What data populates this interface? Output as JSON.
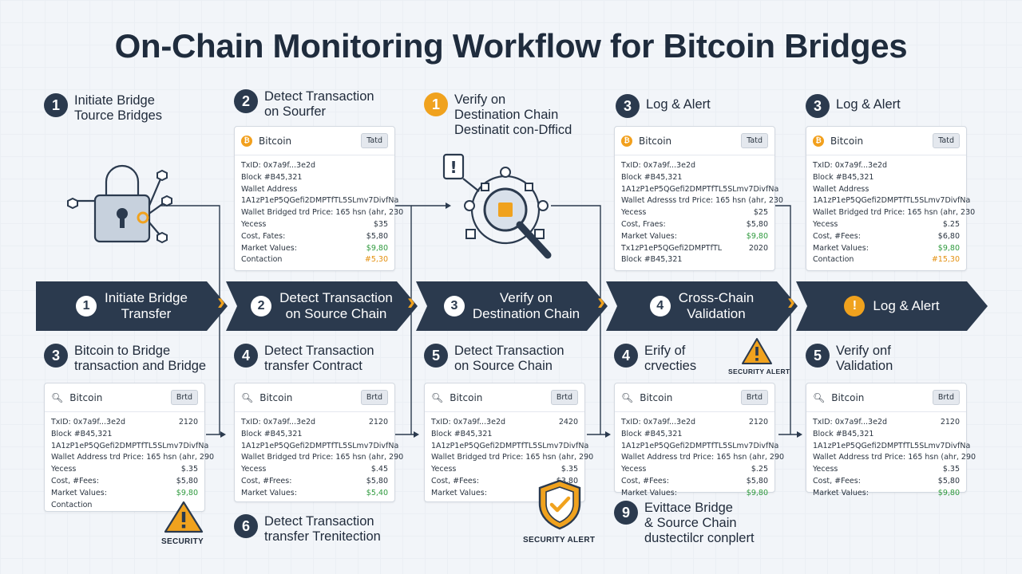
{
  "title": "On-Chain Monitoring Workflow for Bitcoin Bridges",
  "top_steps": [
    {
      "num": "1",
      "l1": "Initiate Bridge",
      "l2": "Tource Bridges",
      "orange": false
    },
    {
      "num": "2",
      "l1": "Detect Transaction",
      "l2": "on Sourfer",
      "orange": false
    },
    {
      "num": "1",
      "l1": "Verify on",
      "l2": "Destination Chain",
      "l3": "Destinatit con-Dfficd",
      "orange": true
    },
    {
      "num": "3",
      "l1": "Log & Alert",
      "l2": "",
      "orange": false
    },
    {
      "num": "3",
      "l1": "Log & Alert",
      "l2": "",
      "orange": false
    }
  ],
  "flow": [
    {
      "num": "1",
      "line1": "Initiate Bridge",
      "line2": "Transfer",
      "orange": false
    },
    {
      "num": "2",
      "line1": "Detect Transaction",
      "line2": "on Source Chain",
      "orange": false
    },
    {
      "num": "3",
      "line1": "Verify on",
      "line2": "Destination Chain",
      "orange": false
    },
    {
      "num": "4",
      "line1": "Cross-Chain",
      "line2": "Validation",
      "orange": false
    },
    {
      "num": "!",
      "line1": "Log & Alert",
      "line2": "",
      "orange": true
    }
  ],
  "bottom_steps": [
    {
      "num": "3",
      "l1": "Bitcoin to Bridge",
      "l2": "transaction and Bridge"
    },
    {
      "num": "4",
      "l1": "Detect Transaction",
      "l2": "transfer Contract"
    },
    {
      "num": "5",
      "l1": "Detect Transaction",
      "l2": "on Source Chain"
    },
    {
      "num": "4",
      "l1": "Erify of",
      "l2": "crvecties"
    },
    {
      "num": "5",
      "l1": "Verify onf",
      "l2": "Validation"
    }
  ],
  "extra_steps": [
    {
      "num": "6",
      "l1": "Detect Transaction",
      "l2": "transfer Trenitection",
      "l3": ""
    },
    {
      "num": "9",
      "l1": "Evittace Bridge",
      "l2": "& Source Chain",
      "l3": "dustectilcr conplert"
    }
  ],
  "top_cards": [
    {
      "chain": "Bitcoin",
      "badge": "Tatd",
      "rows": [
        {
          "left": "TxID: 0x7a9f...3e2d",
          "right": ""
        },
        {
          "left": "Block #B45,321",
          "right": ""
        },
        {
          "left": "Wallet Address",
          "right": ""
        },
        {
          "left": "1A1zP1eP5QGefi2DMPTfTL5SLmv7DivfNa",
          "right": ""
        },
        {
          "left": "Wallet Bridged trd Price: 165 hsn (ahr, 230",
          "right": ""
        },
        {
          "left": "Yecess",
          "right": "$35"
        },
        {
          "left": "Cost, Fates:",
          "right": "$5,80"
        },
        {
          "left": "Market Values:",
          "right": "$9,80",
          "rc": "green"
        },
        {
          "left": "Contaction",
          "right": "#5,30",
          "rc": "amber"
        }
      ]
    },
    {
      "chain": "Bitcoin",
      "badge": "Tatd",
      "rows": [
        {
          "left": "TxID: 0x7a9f...3e2d",
          "right": ""
        },
        {
          "left": "Block #B45,321",
          "right": ""
        },
        {
          "left": "1A1zP1eP5QGefi2DMPTfTL5SLmv7DivfNa",
          "right": ""
        },
        {
          "left": "Wallet Adresss trd Price: 165 hsn (ahr, 230",
          "right": ""
        },
        {
          "left": "Yecess",
          "right": "$25"
        },
        {
          "left": "Cost, Fraes:",
          "right": "$5,80"
        },
        {
          "left": "Market Values:",
          "right": "$9,80",
          "rc": "green"
        },
        {
          "left": "",
          "right": ""
        },
        {
          "left": "Tx1zP1eP5QGefi2DMPTfTL",
          "right": "2020"
        },
        {
          "left": "Block #B45,321",
          "right": ""
        }
      ]
    },
    {
      "chain": "Bitcoin",
      "badge": "Tatd",
      "rows": [
        {
          "left": "TxID: 0x7a9f...3e2d",
          "right": ""
        },
        {
          "left": "Block #B45,321",
          "right": ""
        },
        {
          "left": "Wallet Address",
          "right": ""
        },
        {
          "left": "1A1zP1eP5QGefi2DMPTfTL5SLmv7DivfNa",
          "right": ""
        },
        {
          "left": "Wallet Bridged trd Price: 165 hsn (ahr, 230",
          "right": ""
        },
        {
          "left": "Yecess",
          "right": "$.25"
        },
        {
          "left": "Cost, #Fees:",
          "right": "$6,80"
        },
        {
          "left": "Market Values:",
          "right": "$9,80",
          "rc": "green"
        },
        {
          "left": "Contaction",
          "right": "#15,30",
          "rc": "amber"
        }
      ]
    }
  ],
  "bottom_cards": [
    {
      "chain": "Bitcoin",
      "badge": "Brtd",
      "rows": [
        {
          "left": "TxID: 0x7a9f...3e2d",
          "right": "2120"
        },
        {
          "left": "Block #B45,321",
          "right": ""
        },
        {
          "left": "1A1zP1eP5QGefi2DMPTfTL5SLmv7DivfNa",
          "right": ""
        },
        {
          "left": "Wallet Address trd Price: 165 hsn (ahr, 290",
          "right": ""
        },
        {
          "left": "Yecess",
          "right": "$.35"
        },
        {
          "left": "Cost, #Fees:",
          "right": "$5,80"
        },
        {
          "left": "Market Values:",
          "right": "$9,80",
          "rc": "green"
        },
        {
          "left": "Contaction",
          "right": ""
        }
      ]
    },
    {
      "chain": "Bitcoin",
      "badge": "Brtd",
      "rows": [
        {
          "left": "TxID: 0x7a9f...3e2d",
          "right": "2120"
        },
        {
          "left": "Block #B45,321",
          "right": ""
        },
        {
          "left": "1A1zP1eP5QGefi2DMPTfTL5SLmv7DivfNa",
          "right": ""
        },
        {
          "left": "Wallet Bridged trd Price: 165 hsn (ahr, 290",
          "right": ""
        },
        {
          "left": "Yecess",
          "right": "$.45"
        },
        {
          "left": "Cost, #Frees:",
          "right": "$5,80"
        },
        {
          "left": "Market Values:",
          "right": "$5,40",
          "rc": "green"
        }
      ]
    },
    {
      "chain": "Bitcoin",
      "badge": "Brtd",
      "rows": [
        {
          "left": "TxID: 0x7a9f...3e2d",
          "right": "2420"
        },
        {
          "left": "Block #B45,321",
          "right": ""
        },
        {
          "left": "1A1zP1eP5QGefi2DMPTfTL5SLmv7DivfNa",
          "right": ""
        },
        {
          "left": "Wallet Bridged trd Price: 165 hsn (ahr, 290",
          "right": ""
        },
        {
          "left": "Yecess",
          "right": "$.35"
        },
        {
          "left": "Cost, #Fees:",
          "right": "$3,80"
        },
        {
          "left": "Market Values:",
          "right": ""
        }
      ]
    },
    {
      "chain": "Bitcoin",
      "badge": "Brtd",
      "rows": [
        {
          "left": "TxID: 0x7a9f...3e2d",
          "right": "2120"
        },
        {
          "left": "Block #B45,321",
          "right": ""
        },
        {
          "left": "1A1zP1eP5QGefi2DMPTfTL5SLmv7DivfNa",
          "right": ""
        },
        {
          "left": "Wallet Address trd Price: 165 hsn (ahr, 290",
          "right": ""
        },
        {
          "left": "Yecess",
          "right": "$.25"
        },
        {
          "left": "Cost, #Fees:",
          "right": "$5,80"
        },
        {
          "left": "Market Values:",
          "right": "$9,80",
          "rc": "green"
        }
      ]
    },
    {
      "chain": "Bitcoin",
      "badge": "Brtd",
      "rows": [
        {
          "left": "TxID: 0x7a9f...3e2d",
          "right": "2120"
        },
        {
          "left": "Block #B45,321",
          "right": ""
        },
        {
          "left": "1A1zP1eP5QGefi2DMPTfTL5SLmv7DivfNa",
          "right": ""
        },
        {
          "left": "Wallet Address trd Price: 165 hsn (ahr, 290",
          "right": ""
        },
        {
          "left": "Yecess",
          "right": "$.35"
        },
        {
          "left": "Cost, #Fees:",
          "right": "$5,80"
        },
        {
          "left": "Market Values:",
          "right": "$9,80",
          "rc": "green"
        }
      ]
    }
  ],
  "alerts": {
    "security": "SECURITY",
    "security_alert_center": "SECURITY ALERT",
    "security_alert_right": "SECURITY ALERT"
  },
  "colors": {
    "navy": "#2b3a4e",
    "orange": "#f0a21e",
    "bitcoin": "#f2a01d",
    "green": "#2f9a3e"
  },
  "icons": [
    "lock-network-icon",
    "magnifier-network-icon",
    "warning-triangle-icon",
    "shield-check-icon",
    "bitcoin-icon",
    "search-icon"
  ]
}
